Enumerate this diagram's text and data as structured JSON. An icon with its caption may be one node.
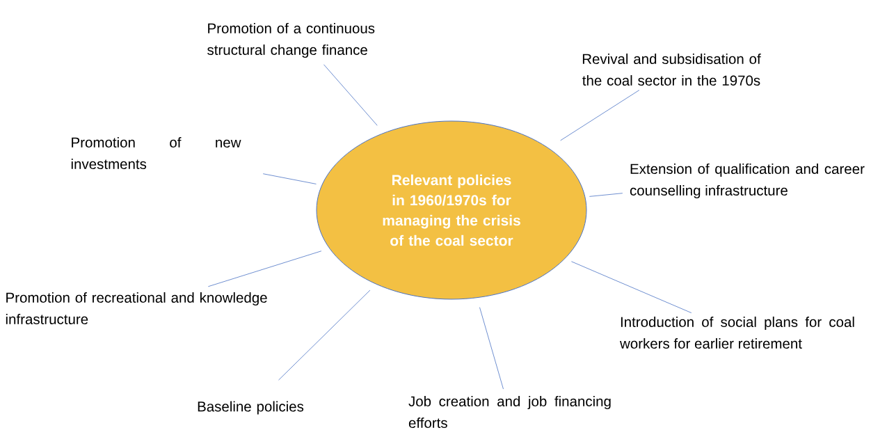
{
  "diagram": {
    "nodes": [
      {
        "text": [
          "Relevant policies in 1960/1970s for managing the crisis of the coal sector"
        ]
      },
      {
        "text": [
          "Promotion of a continuous structural change finance"
        ]
      },
      {
        "text": [
          "Revival and subsidisation of the coal sector in the 1970s"
        ]
      },
      {
        "text": [
          "Promotion of new investments"
        ]
      },
      {
        "text": [
          "Extension of qualification and career counselling infrastructure"
        ]
      },
      {
        "text": [
          "Promotion of recreational and knowledge infrastructure"
        ]
      },
      {
        "text": [
          "Introduction of social plans for coal workers for earlier retirement"
        ]
      },
      {
        "text": [
          "Baseline policies"
        ]
      },
      {
        "text": [
          "Job creation and job financing efforts"
        ]
      }
    ],
    "edges": [
      {
        "from": 0,
        "to": 1,
        "arrow": "none"
      },
      {
        "from": 0,
        "to": 2,
        "arrow": "none"
      },
      {
        "from": 0,
        "to": 3,
        "arrow": "none"
      },
      {
        "from": 0,
        "to": 4,
        "arrow": "none"
      },
      {
        "from": 0,
        "to": 5,
        "arrow": "none"
      },
      {
        "from": 0,
        "to": 6,
        "arrow": "none"
      },
      {
        "from": 0,
        "to": 7,
        "arrow": "none"
      },
      {
        "from": 0,
        "to": 8,
        "arrow": "none"
      }
    ]
  }
}
